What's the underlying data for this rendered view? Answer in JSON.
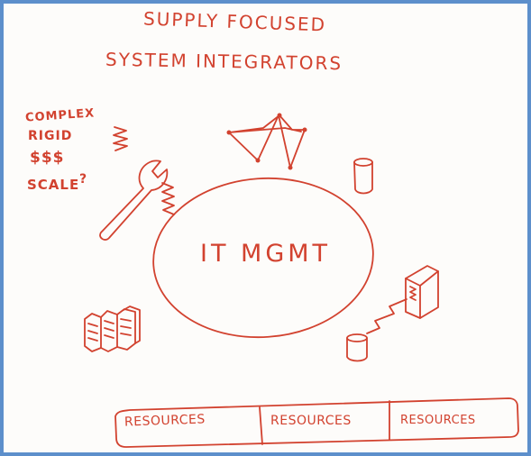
{
  "title": {
    "line1": "SUPPLY FOCUSED",
    "line2": "SYSTEM INTEGRATORS"
  },
  "notes": {
    "line1": "COMPLEX",
    "line2": "RIGID",
    "line3": "$$$",
    "line4": "SCALE",
    "question_mark": "?"
  },
  "center_label": "IT MGMT",
  "resources_bar": {
    "cells": [
      "RESOURCES",
      "RESOURCES",
      "RESOURCES"
    ]
  },
  "icons": {
    "spring": "spring-icon",
    "wrench": "wrench-icon",
    "network": "network-graph-icon",
    "database": "database-cylinder-icon",
    "server_stack": "server-stack-icon",
    "server_box": "server-box-icon",
    "lightning": "lightning-link-icon"
  },
  "colors": {
    "ink": "#d2422f",
    "border": "#5d8fcb",
    "paper": "#fdfcfa"
  }
}
